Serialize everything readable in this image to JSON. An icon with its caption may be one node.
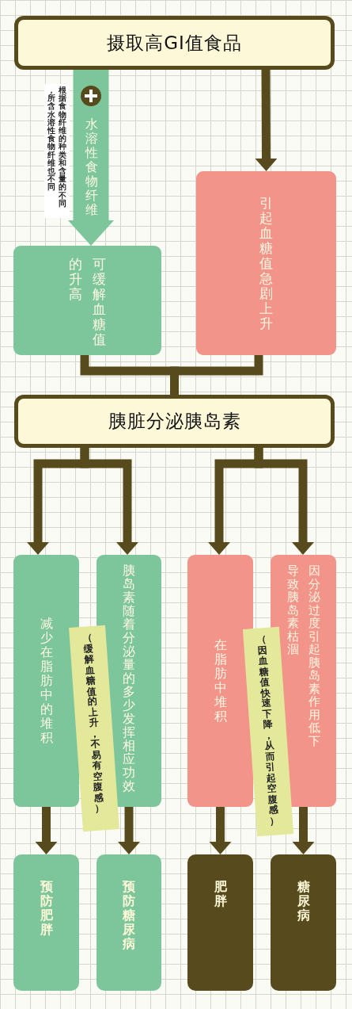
{
  "diagram": {
    "nodes": [
      {
        "text": [
          "摄取高GI值食品"
        ]
      },
      {
        "text": [
          "可缓解血糖值的升高"
        ]
      },
      {
        "text": [
          "引起血糖值急剧上升"
        ]
      },
      {
        "text": [
          "胰脏分泌胰岛素"
        ]
      },
      {
        "text": [
          "减少在脂肪中的堆积"
        ]
      },
      {
        "text": [
          "胰岛素随着分泌量的多少发挥相应功效"
        ]
      },
      {
        "text": [
          "在脂肪中堆积"
        ]
      },
      {
        "text": [
          "因分泌过度引起胰岛素作用低下导致胰岛素枯涸"
        ]
      },
      {
        "text": [
          "（缓解血糖值的上升，不易有空腹感）"
        ]
      },
      {
        "text": [
          "（因血糖值快速下降，从而引起空腹感）"
        ]
      },
      {
        "text": [
          "预防肥胖"
        ]
      },
      {
        "text": [
          "预防糖尿病"
        ]
      },
      {
        "text": [
          "肥胖"
        ]
      },
      {
        "text": [
          "糖尿病"
        ]
      }
    ],
    "edges": [
      {
        "from": 0,
        "to": 1,
        "arrow": "to",
        "label": "水溶性食物纤维",
        "style": "thick",
        "color": "#7dc69b"
      },
      {
        "from": 0,
        "to": 2,
        "arrow": "to"
      },
      {
        "from": 1,
        "to": 3,
        "arrow": "none"
      },
      {
        "from": 2,
        "to": 3,
        "arrow": "none"
      },
      {
        "from": 3,
        "to": 4,
        "arrow": "to"
      },
      {
        "from": 3,
        "to": 5,
        "arrow": "to"
      },
      {
        "from": 3,
        "to": 6,
        "arrow": "to"
      },
      {
        "from": 3,
        "to": 7,
        "arrow": "to"
      },
      {
        "from": 4,
        "to": 10,
        "arrow": "to"
      },
      {
        "from": 5,
        "to": 11,
        "arrow": "to"
      },
      {
        "from": 6,
        "to": 12,
        "arrow": "to"
      },
      {
        "from": 7,
        "to": 13,
        "arrow": "to"
      }
    ],
    "labels": [
      "根据食物纤维的种类和含量的不同，所含水溶性食物纤维也不同"
    ]
  }
}
